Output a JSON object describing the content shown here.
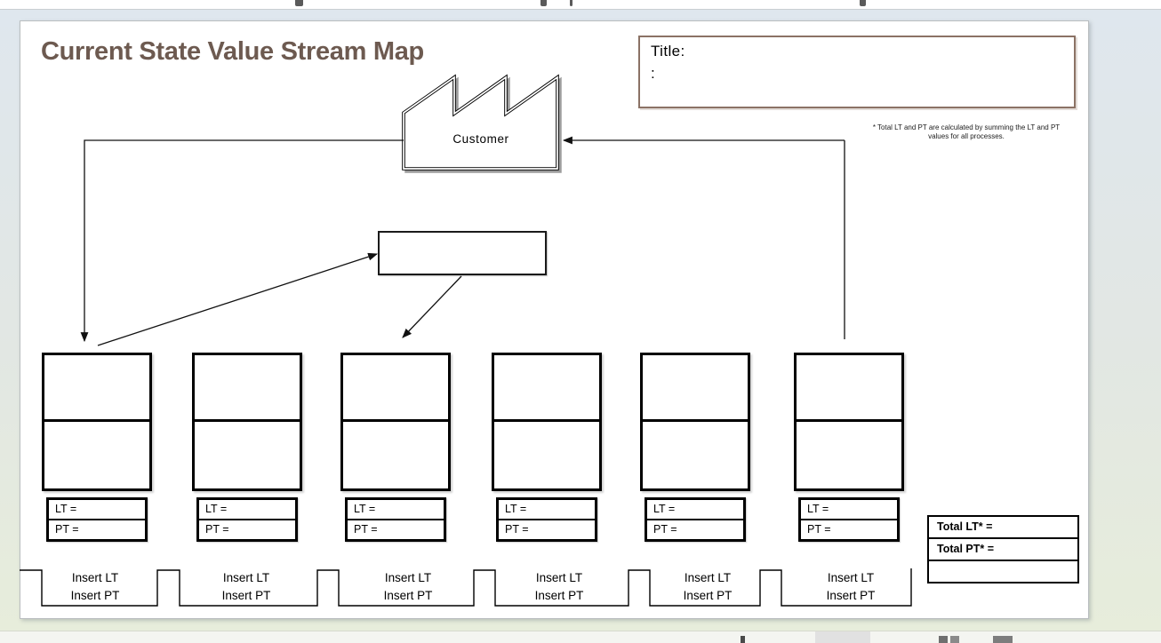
{
  "slide": {
    "heading": "Current State Value Stream Map",
    "title_box": {
      "line1": "Title:",
      "line2": ":"
    },
    "customer_label": "Customer",
    "footnote": {
      "line1": "* Total LT and PT are calculated by summing the LT and PT",
      "line2": "values for all processes."
    },
    "processes": [
      {
        "lt": "LT =",
        "pt": "PT =",
        "insert_lt": "Insert LT",
        "insert_pt": "Insert PT"
      },
      {
        "lt": "LT =",
        "pt": "PT =",
        "insert_lt": "Insert LT",
        "insert_pt": "Insert PT"
      },
      {
        "lt": "LT =",
        "pt": "PT =",
        "insert_lt": "Insert LT",
        "insert_pt": "Insert PT"
      },
      {
        "lt": "LT =",
        "pt": "PT =",
        "insert_lt": "Insert LT",
        "insert_pt": "Insert PT"
      },
      {
        "lt": "LT =",
        "pt": "PT =",
        "insert_lt": "Insert LT",
        "insert_pt": "Insert PT"
      },
      {
        "lt": "LT =",
        "pt": "PT =",
        "insert_lt": "Insert LT",
        "insert_pt": "Insert PT"
      }
    ],
    "totals": {
      "lt": "Total LT* =",
      "pt": "Total PT* =",
      "blank": ""
    },
    "colors": {
      "heading_text": "#6d5a50",
      "title_box_border": "#8b7265",
      "shape_stroke": "#000000",
      "slide_background": "#ffffff"
    }
  }
}
